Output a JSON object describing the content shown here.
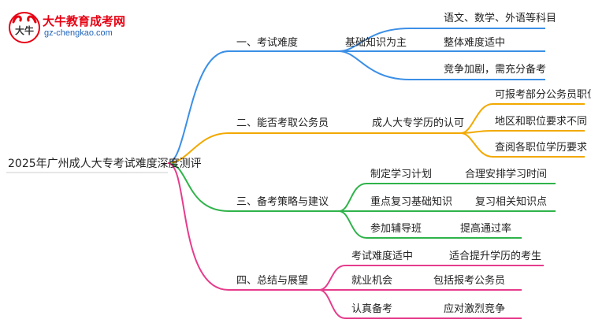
{
  "logo": {
    "title": "大牛教育成考网",
    "url": "gz-chengkao.com",
    "mark": "大牛"
  },
  "colors": {
    "branch1": "#3b8fe6",
    "branch2": "#f2a900",
    "branch3": "#2fb34a",
    "branch4": "#e63c8c"
  },
  "root": "2025年广州成人大专考试难度深度测评",
  "branches": [
    {
      "label": "一、考试难度",
      "children": [
        {
          "label": "基础知识为主",
          "leaves": [
            "语文、数学、外语等科目",
            "整体难度适中",
            "竞争加剧，需充分备考"
          ]
        }
      ]
    },
    {
      "label": "二、能否考取公务员",
      "children": [
        {
          "label": "成人大专学历的认可",
          "leaves": [
            "可报考部分公务员职位",
            "地区和职位要求不同",
            "查阅各职位学历要求"
          ]
        }
      ]
    },
    {
      "label": "三、备考策略与建议",
      "children": [
        {
          "label": "制定学习计划",
          "leaves": [
            "合理安排学习时间"
          ]
        },
        {
          "label": "重点复习基础知识",
          "leaves": [
            "复习相关知识点"
          ]
        },
        {
          "label": "参加辅导班",
          "leaves": [
            "提高通过率"
          ]
        }
      ]
    },
    {
      "label": "四、总结与展望",
      "children": [
        {
          "label": "考试难度适中",
          "leaves": [
            "适合提升学历的考生"
          ]
        },
        {
          "label": "就业机会",
          "leaves": [
            "包括报考公务员"
          ]
        },
        {
          "label": "认真备考",
          "leaves": [
            "应对激烈竞争"
          ]
        }
      ]
    }
  ]
}
